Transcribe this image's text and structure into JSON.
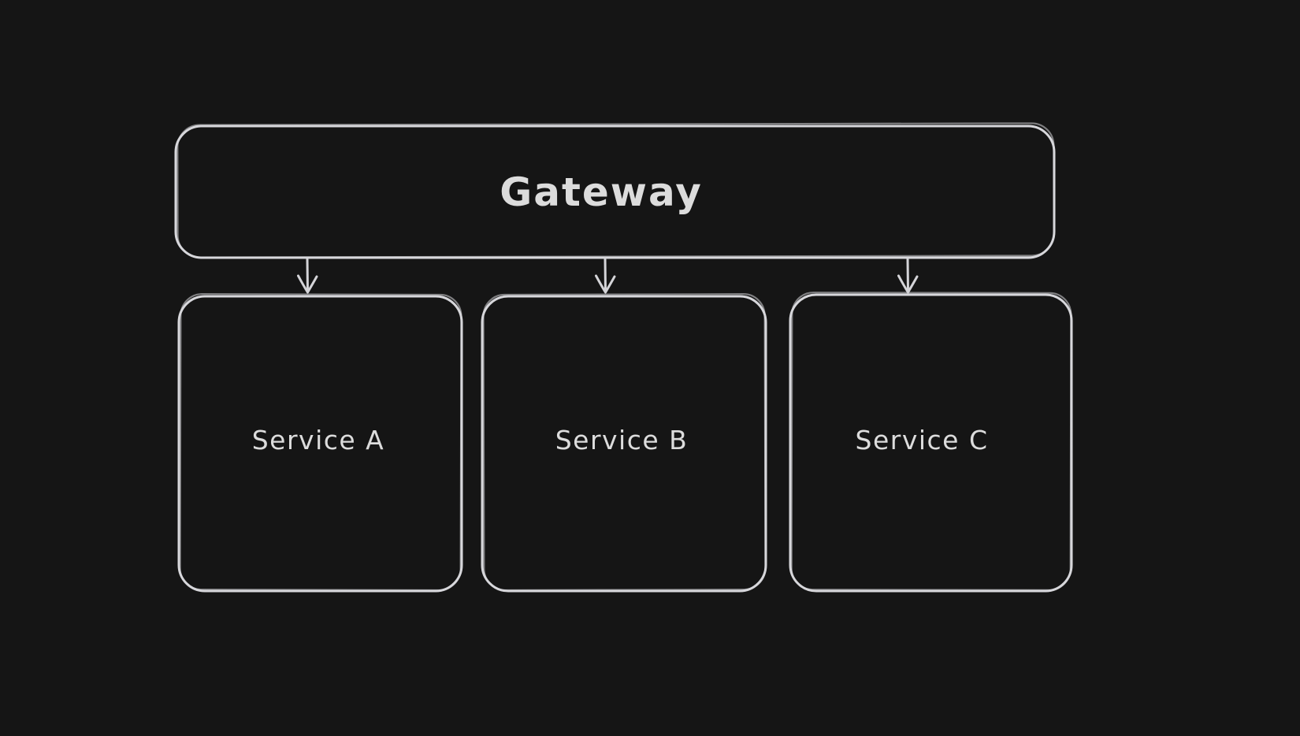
{
  "diagram": {
    "background_color": "#151515",
    "stroke_color": "#d7d7db",
    "text_color": "#dcdcdc",
    "nodes": [
      {
        "id": "gateway",
        "label": "Gateway",
        "shape": "rounded-rectangle"
      },
      {
        "id": "service-a",
        "label": "Service A",
        "shape": "rounded-rectangle"
      },
      {
        "id": "service-b",
        "label": "Service B",
        "shape": "rounded-rectangle"
      },
      {
        "id": "service-c",
        "label": "Service C",
        "shape": "rounded-rectangle"
      }
    ],
    "edges": [
      {
        "from": "gateway",
        "to": "service-a",
        "type": "arrow-down"
      },
      {
        "from": "gateway",
        "to": "service-b",
        "type": "arrow-down"
      },
      {
        "from": "gateway",
        "to": "service-c",
        "type": "arrow-down"
      }
    ]
  }
}
